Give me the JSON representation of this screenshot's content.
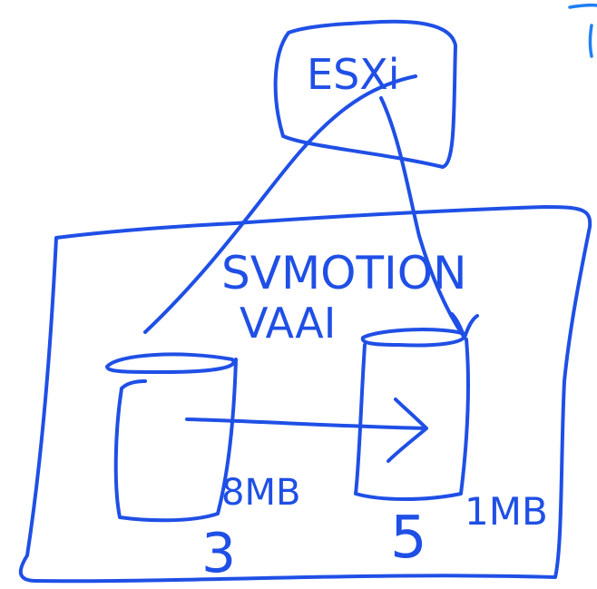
{
  "diagram": {
    "host_label": "ESXi",
    "feature_line1": "SVMOTION",
    "feature_line2": "VAAI",
    "transfer_size_left": "8MB",
    "transfer_size_right": "1MB",
    "source_datastore_number": "3",
    "dest_datastore_number": "5",
    "ink_color": "#1f4fe6"
  }
}
